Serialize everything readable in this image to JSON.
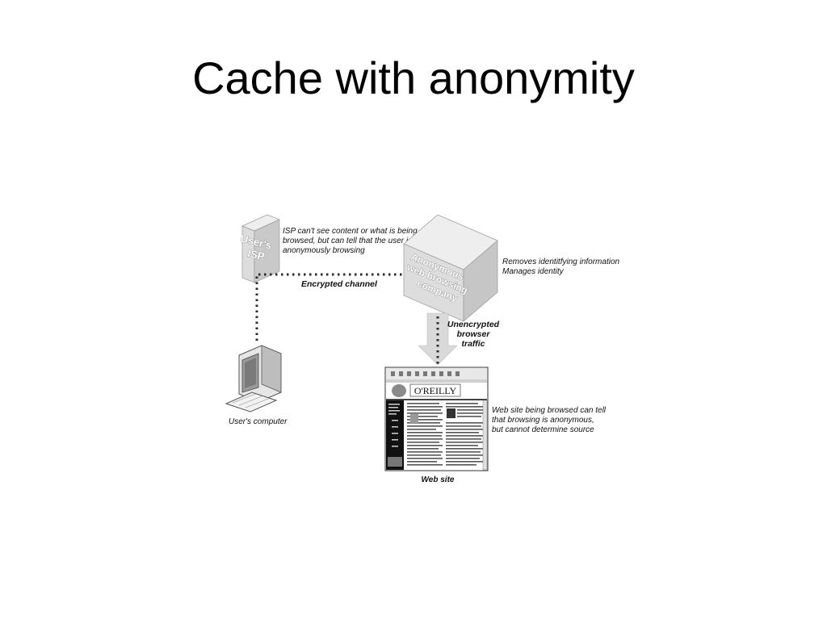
{
  "slide": {
    "title": "Cache with anonymity"
  },
  "diagram": {
    "isp_box": {
      "line1": "User's",
      "line2": "ISP"
    },
    "isp_note": [
      "ISP can't see content or what is being",
      "browsed, but can tell that the user is",
      "anonymously browsing"
    ],
    "encrypted_label": "Encrypted channel",
    "company_box": {
      "line1": "Anonymous",
      "line2": "web browsing",
      "line3": "company"
    },
    "company_note": [
      "Removes identitfying information",
      "Manages identity"
    ],
    "unencrypted_label": [
      "Unencrypted",
      "browser",
      "traffic"
    ],
    "computer_label": "User's computer",
    "website_banner": "O'REILLY",
    "website_note": [
      "Web site being browsed can tell",
      "that browsing is anonymous,",
      "but cannot determine source"
    ],
    "website_label": "Web site"
  }
}
